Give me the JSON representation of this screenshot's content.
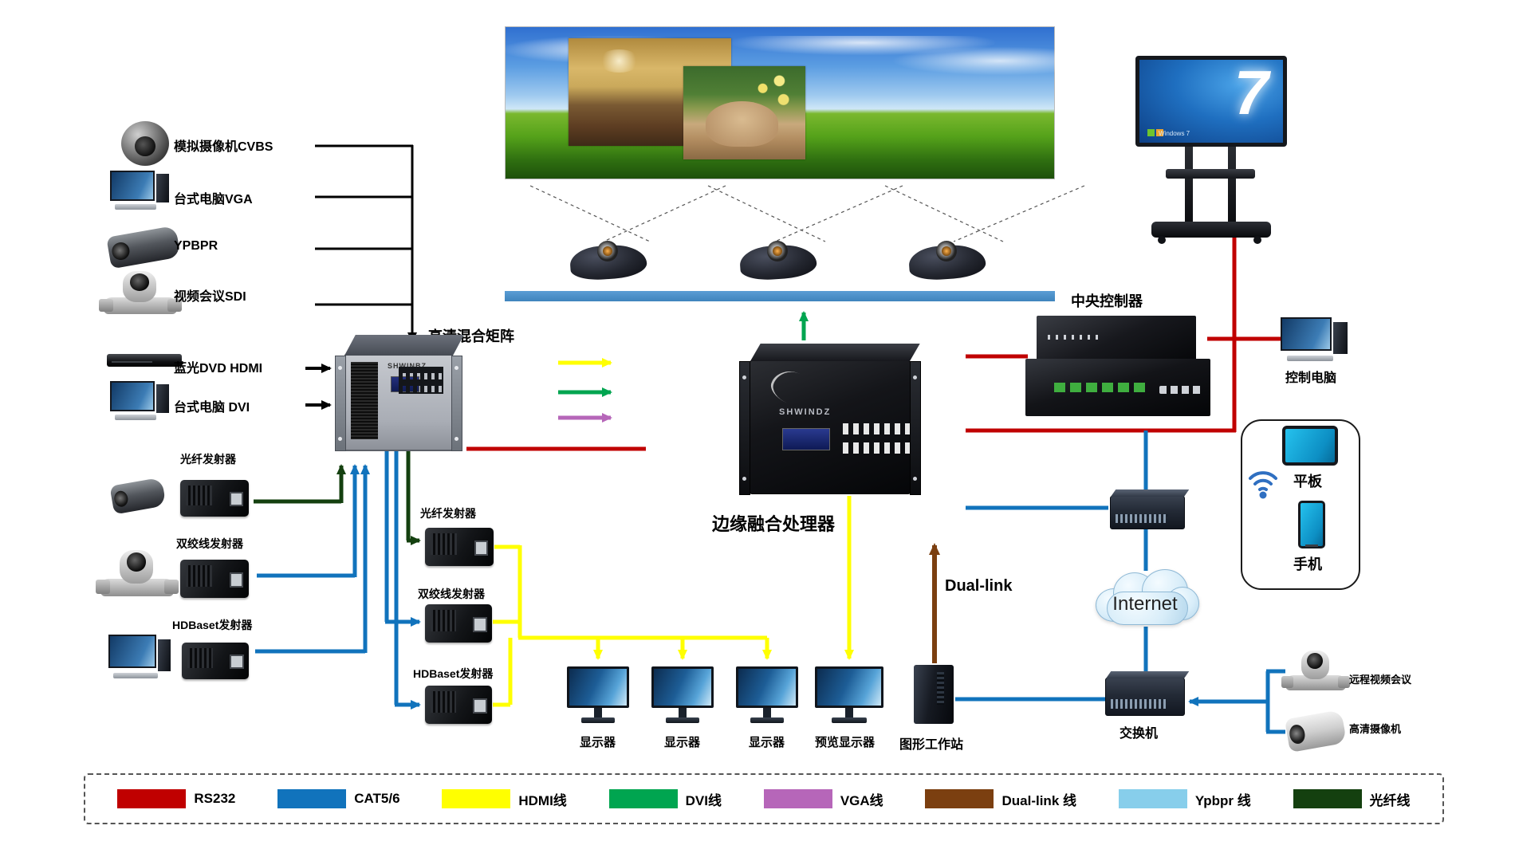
{
  "sources": [
    {
      "label": "模拟摄像机CVBS"
    },
    {
      "label": "台式电脑VGA"
    },
    {
      "label": "YPBPR"
    },
    {
      "label": "视频会议SDI"
    },
    {
      "label": "蓝光DVD HDMI"
    },
    {
      "label": "台式电脑 DVI"
    }
  ],
  "matrix": {
    "label": "高清混合矩阵",
    "brand": "SHWINBZ"
  },
  "processor": {
    "label": "边缘融合处理器",
    "brand": "SHWINDZ"
  },
  "transmitters_left": [
    {
      "label": "光纤发射器"
    },
    {
      "label": "双绞线发射器"
    },
    {
      "label": "HDBaset发射器"
    }
  ],
  "transmitters_mid": [
    {
      "label": "光纤发射器"
    },
    {
      "label": "双绞线发射器"
    },
    {
      "label": "HDBaset发射器"
    }
  ],
  "controller": {
    "label": "中央控制器"
  },
  "control_pc": {
    "label": "控制电脑"
  },
  "mobile_box": {
    "tablet_label": "平板",
    "phone_label": "手机"
  },
  "internet": {
    "label": "Internet"
  },
  "switch": {
    "label": "交换机"
  },
  "duallink_label": "Dual-link",
  "displays": [
    {
      "label": "显示器"
    },
    {
      "label": "显示器"
    },
    {
      "label": "显示器"
    },
    {
      "label": "预览显示器"
    }
  ],
  "workstation": {
    "label": "图形工作站"
  },
  "remote_vc": {
    "label": "远程视频会议"
  },
  "hd_camera": {
    "label": "高清摄像机"
  },
  "touch_display": {
    "screen_glyph": "7",
    "os_text": "Windows 7"
  },
  "legend": {
    "items": [
      {
        "label": "RS232",
        "color": "#c00000"
      },
      {
        "label": "CAT5/6",
        "color": "#1173bc"
      },
      {
        "label": "HDMI线",
        "color": "#ffff00"
      },
      {
        "label": "DVI线",
        "color": "#00a550"
      },
      {
        "label": "VGA线",
        "color": "#b666b9"
      },
      {
        "label": "Dual-link 线",
        "color": "#7b3f10"
      },
      {
        "label": "Ypbpr 线",
        "color": "#87ceeb"
      },
      {
        "label": "光纤线",
        "color": "#14400f"
      }
    ]
  }
}
